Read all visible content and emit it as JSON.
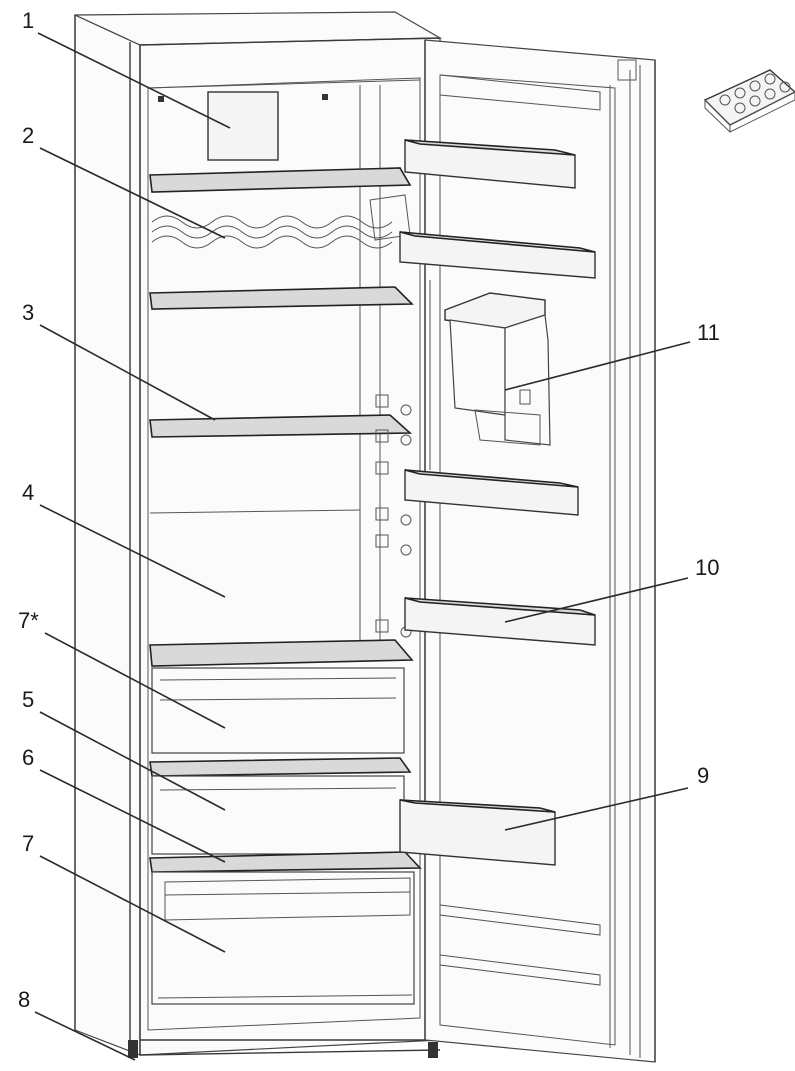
{
  "callouts": [
    {
      "id": "1",
      "label": "1"
    },
    {
      "id": "2",
      "label": "2"
    },
    {
      "id": "3",
      "label": "3"
    },
    {
      "id": "4",
      "label": "4"
    },
    {
      "id": "7star",
      "label": "7*"
    },
    {
      "id": "5",
      "label": "5"
    },
    {
      "id": "6",
      "label": "6"
    },
    {
      "id": "7",
      "label": "7"
    },
    {
      "id": "8",
      "label": "8"
    },
    {
      "id": "9",
      "label": "9"
    },
    {
      "id": "10",
      "label": "10"
    },
    {
      "id": "11",
      "label": "11"
    }
  ],
  "colors": {
    "line": "#2a2a2a",
    "background": "#ffffff",
    "shelf_fill": "#f4f4f4"
  }
}
